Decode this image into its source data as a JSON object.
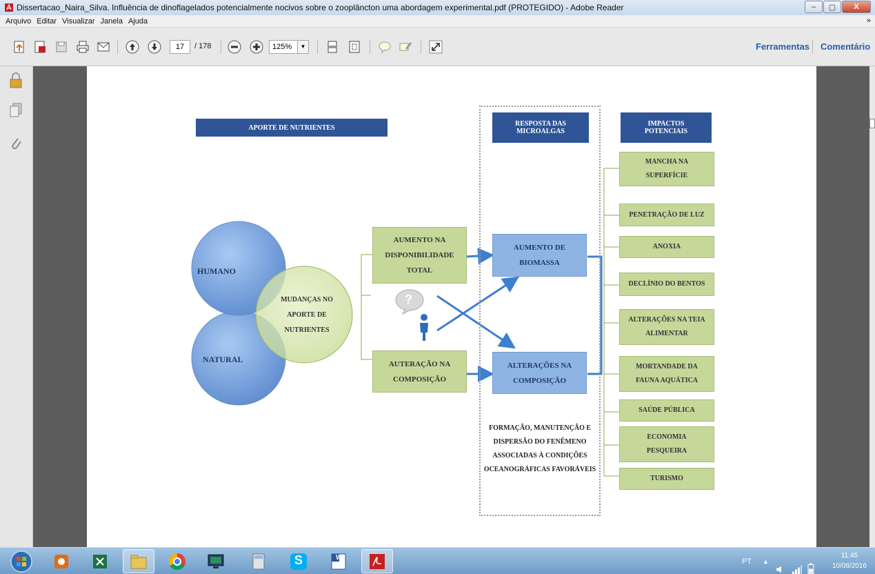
{
  "window": {
    "title": "Dissertacao_Naira_Silva. Influência de dinoflagelados potencialmente nocivos sobre o zooplâncton uma abordagem experimental.pdf (PROTEGIDO) - Adobe Reader",
    "minimize": "–",
    "maximize": "▢",
    "close": "X"
  },
  "menu": {
    "items": [
      "Arquivo",
      "Editar",
      "Visualizar",
      "Janela",
      "Ajuda"
    ],
    "more": "»"
  },
  "toolbar": {
    "page_current": "17",
    "page_total": "/ 178",
    "zoom": "125%",
    "zoom_drop": "▼",
    "tools_label": "Ferramentas",
    "comment_label": "Comentário"
  },
  "diagram": {
    "header_nutrients": "APORTE DE NUTRIENTES",
    "header_response": "RESPOSTA DAS MICROALGAS",
    "header_impacts": "IMPACTOS POTENCIAIS",
    "circle_human": "HUMANO",
    "circle_natural": "NATURAL",
    "venn_center": "MUDANÇAS NO APORTE DE NUTRIENTES",
    "box_availability": "AUMENTO NA DISPONIBILIDADE TOTAL",
    "box_composition_change": "AUTERAÇÃO NA COMPOSIÇÃO",
    "box_biomass": "AUMENTO DE BIOMASSA",
    "box_alterations": "ALTERAÇÕES NA COMPOSIÇÃO",
    "bottom_note": "FORMAÇÃO, MANUTENÇÃO E DISPERSÃO DO FENÊMENO ASSOCIADAS À CONDIÇÕES OCEANOGRÁFICAS FAVORÁVEIS",
    "impacts": [
      "MANCHA NA SUPERFÍCIE",
      "PENETRAÇÃO DE LUZ",
      "ANOXIA",
      "DECLÍNIO DO BENTOS",
      "ALTERAÇÕES NA TEIA ALIMENTAR",
      "MORTANDADE DA FAUNA AQUÁTICA",
      "SAÚDE PÚBLICA",
      "ECONOMIA PESQUEIRA",
      "TURISMO"
    ],
    "question_mark": "?",
    "colors": {
      "header_blue": "#2f5597",
      "green_box": "#c5d89a",
      "blue_box": "#8eb4e3",
      "arrow": "#3d7fd0"
    }
  },
  "taskbar": {
    "language": "PT",
    "time": "11:45",
    "date": "10/08/2016",
    "tray_arrow": "▲",
    "skype_letter": "S",
    "word_letter": "W"
  }
}
